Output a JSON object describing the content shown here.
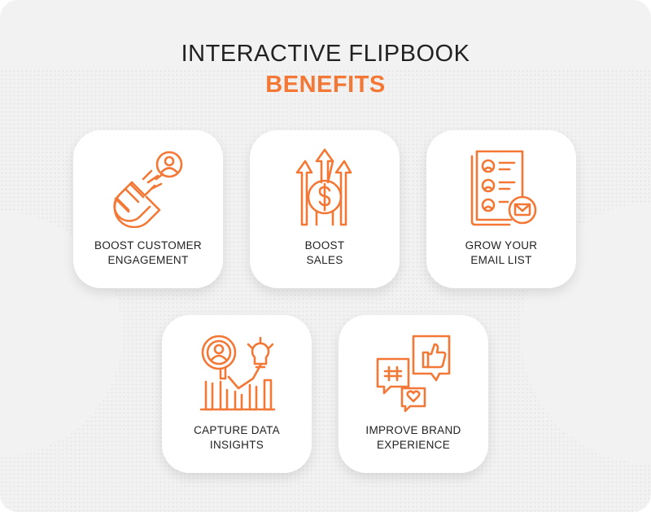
{
  "header": {
    "title_line1": "INTERACTIVE FLIPBOOK",
    "title_line2": "BENEFITS"
  },
  "accent_color": "#f37735",
  "cards": [
    {
      "icon": "magnet-user-icon",
      "line1": "BOOST CUSTOMER",
      "line2": "ENGAGEMENT"
    },
    {
      "icon": "dollar-arrows-icon",
      "line1": "BOOST",
      "line2": "SALES"
    },
    {
      "icon": "contact-list-email-icon",
      "line1": "GROW YOUR",
      "line2": "EMAIL LIST"
    },
    {
      "icon": "data-insights-icon",
      "line1": "CAPTURE DATA",
      "line2": "INSIGHTS"
    },
    {
      "icon": "social-chat-icon",
      "line1": "IMPROVE BRAND",
      "line2": "EXPERIENCE"
    }
  ]
}
